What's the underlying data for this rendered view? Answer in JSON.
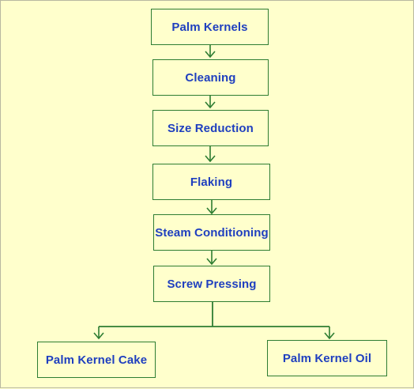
{
  "diagram": {
    "colors": {
      "background": "#ffffcc",
      "box_border": "#2e7d32",
      "text": "#1f3fbf",
      "arrow": "#2e7d32"
    },
    "nodes": {
      "palm_kernels": "Palm Kernels",
      "cleaning": "Cleaning",
      "size_reduction": "Size Reduction",
      "flaking": "Flaking",
      "steam_conditioning": "Steam Conditioning",
      "screw_pressing": "Screw Pressing",
      "palm_kernel_cake": "Palm Kernel Cake",
      "palm_kernel_oil": "Palm Kernel Oil"
    },
    "edges": [
      [
        "palm_kernels",
        "cleaning"
      ],
      [
        "cleaning",
        "size_reduction"
      ],
      [
        "size_reduction",
        "flaking"
      ],
      [
        "flaking",
        "steam_conditioning"
      ],
      [
        "steam_conditioning",
        "screw_pressing"
      ],
      [
        "screw_pressing",
        "palm_kernel_cake"
      ],
      [
        "screw_pressing",
        "palm_kernel_oil"
      ]
    ]
  }
}
